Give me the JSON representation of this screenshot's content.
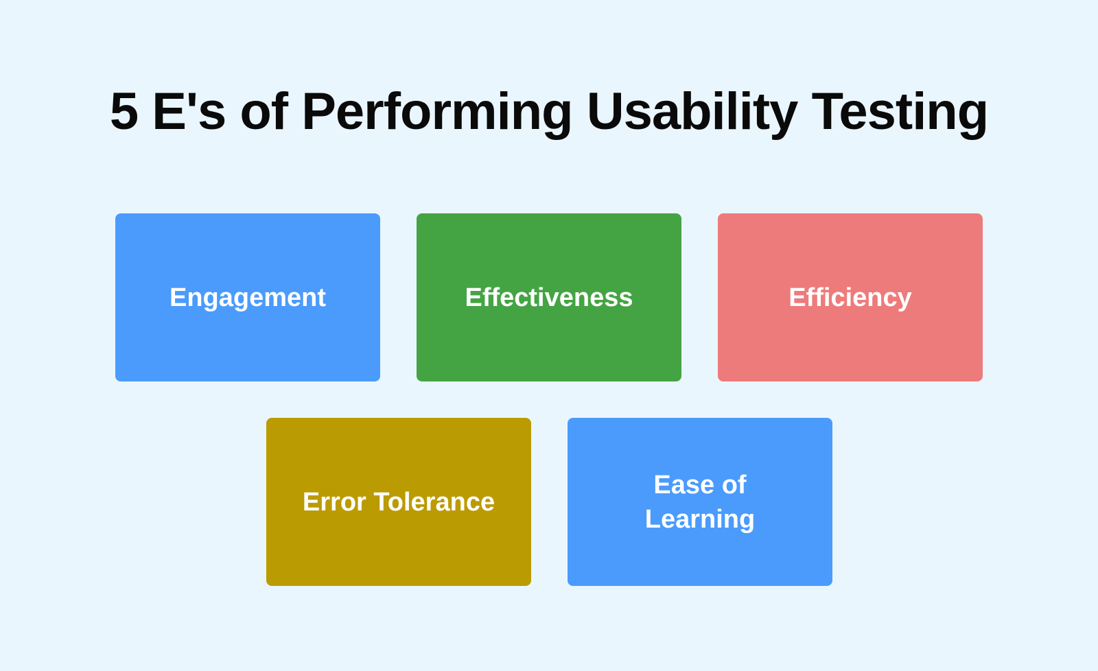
{
  "title": "5 E's of Performing Usability Testing",
  "boxes": [
    {
      "label": "Engagement",
      "color": "#4a9bfc"
    },
    {
      "label": "Effectiveness",
      "color": "#44a443"
    },
    {
      "label": "Efficiency",
      "color": "#ee7b7b"
    },
    {
      "label": "Error Tolerance",
      "color": "#bb9b02"
    },
    {
      "label": "Ease of Learning",
      "color": "#4a9bfc"
    }
  ]
}
